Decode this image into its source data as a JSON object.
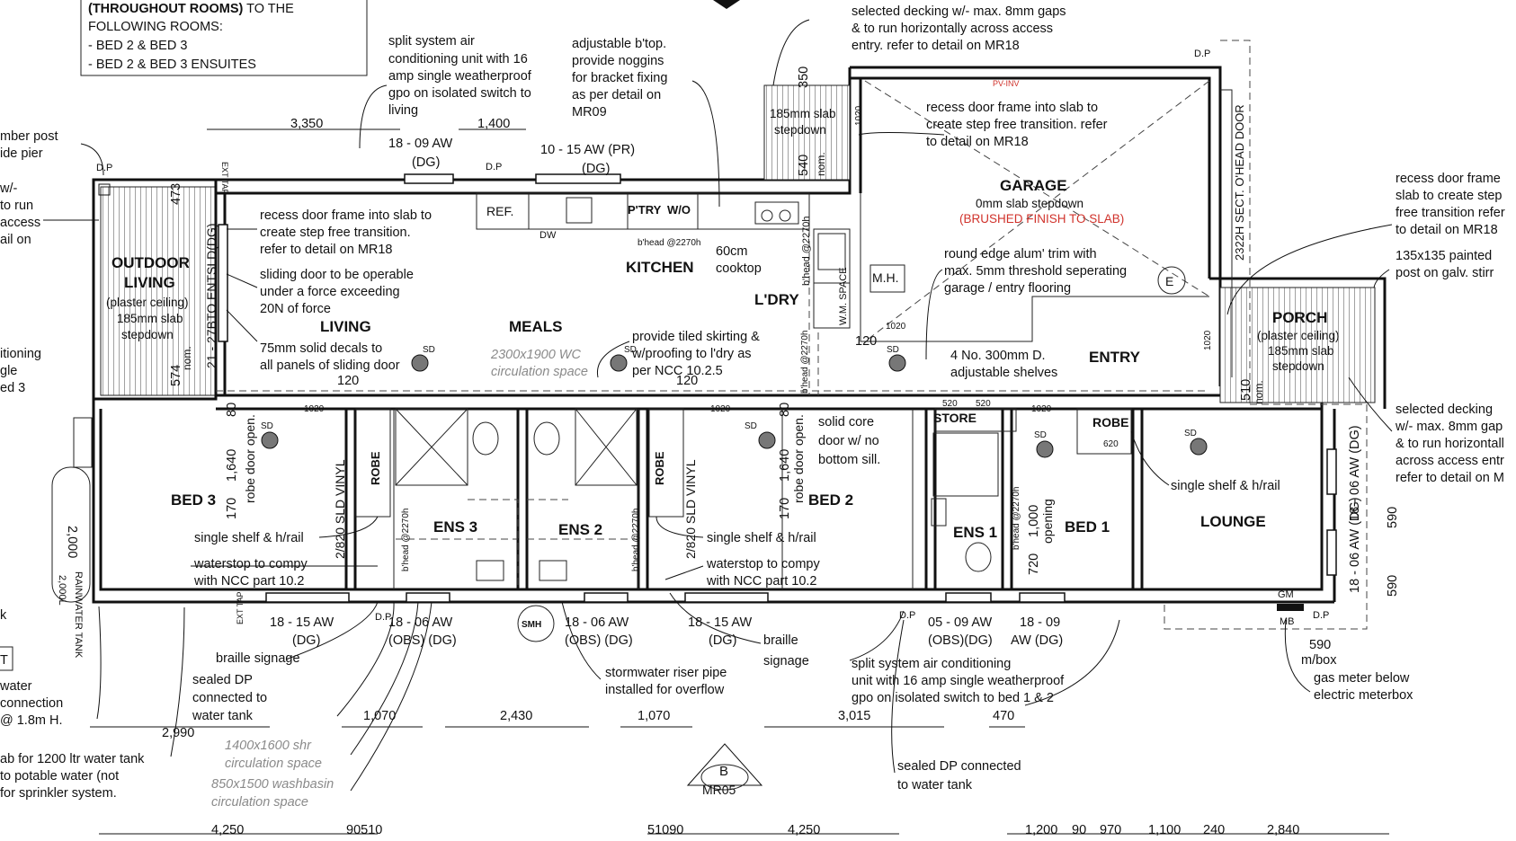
{
  "top_notes": {
    "legend_line1_bold": "(THROUGHOUT ROOMS)",
    "legend_line1_rest": " TO THE",
    "legend_line2": "FOLLOWING ROOMS:",
    "legend_line3": "- BED 2 & BED 3",
    "legend_line4": "- BED 2 & BED 3 ENSUITES",
    "aircon_top": [
      "split system air",
      "conditioning unit with 16",
      "amp single weatherproof",
      "gpo on isolated switch to",
      "living"
    ],
    "btop": [
      "adjustable b'top.",
      "provide noggins",
      "for bracket fixing",
      "as per detail on",
      "MR09"
    ],
    "decking_top": [
      "selected decking w/- max. 8mm gaps",
      "& to run horizontally across access",
      "entry. refer to detail on MR18"
    ]
  },
  "left_notes": {
    "timber": [
      "mber post",
      "ide pier"
    ],
    "decking": [
      "w/-",
      "to run",
      "access",
      "ail on"
    ],
    "aircon": [
      "itioning",
      "gle",
      "ed 3"
    ],
    "water": [
      "water",
      "connection",
      "@ 1.8m H."
    ],
    "slab": [
      "ab for 1200 ltr water tank",
      "to potable water (not",
      "for sprinkler system."
    ],
    "k": "k",
    "t": "T"
  },
  "right_notes": {
    "recess": [
      "recess door frame",
      "slab to create step",
      "free transition refer",
      "to detail on MR18"
    ],
    "post": [
      "135x135 painted",
      "post on galv. stirr"
    ],
    "decking": [
      "selected decking",
      "w/- max. 8mm gap",
      "& to run horizontall",
      "across access entr",
      "refer to detail on M"
    ]
  },
  "rooms": {
    "outdoor": "OUTDOOR",
    "living_word": "LIVING",
    "outdoor_sub": [
      "(plaster ceiling)",
      "185mm slab",
      "stepdown"
    ],
    "living": "LIVING",
    "meals": "MEALS",
    "kitchen": "KITCHEN",
    "ldry": "L'DRY",
    "garage": "GARAGE",
    "garage_sub": "0mm slab stepdown",
    "garage_red": "(BRUSHED FINISH TO SLAB)",
    "entry": "ENTRY",
    "porch": "PORCH",
    "porch_sub": [
      "(plaster ceiling)",
      "185mm slab",
      "stepdown"
    ],
    "bed3": "BED 3",
    "ens3": "ENS 3",
    "ens2": "ENS 2",
    "bed2": "BED 2",
    "store": "STORE",
    "ens1": "ENS 1",
    "bed1": "BED 1",
    "robe": "ROBE",
    "lounge": "LOUNGE"
  },
  "plan_notes": {
    "recess_living": [
      "recess door frame into slab to",
      "create step free transition.",
      "refer to detail on MR18"
    ],
    "sliding": [
      "sliding door to be operable",
      "under a force exceeding",
      "20N of force"
    ],
    "decals": [
      "75mm solid decals to",
      "all panels of sliding door"
    ],
    "wc_circ": [
      "2300x1900 WC",
      "circulation space"
    ],
    "tiled": [
      "provide tiled skirting &",
      "w/proofing to l'dry as",
      "per NCC 10.2.5"
    ],
    "cooktop": [
      "60cm",
      "cooktop"
    ],
    "recess_garage": [
      "recess door frame into slab to",
      "create step free transition. refer",
      "to detail on MR18"
    ],
    "round_edge": [
      "round edge alum' trim with",
      "max. 5mm threshold seperating",
      "garage / entry flooring"
    ],
    "slab_step": [
      "185mm slab",
      "stepdown"
    ],
    "shelves": [
      "4 No. 300mm D.",
      "adjustable shelves"
    ],
    "solid_core": [
      "solid core",
      "door w/ no",
      "bottom sill."
    ],
    "shelf_rail_left": "single shelf & h/rail",
    "shelf_rail_mid": "single shelf & h/rail",
    "shelf_rail_right": "single shelf & h/rail",
    "waterstop_left": [
      "waterstop to compy",
      "with NCC part 10.2"
    ],
    "waterstop_right": [
      "waterstop to compy",
      "with NCC part 10.2"
    ],
    "sld_vinyl": "2/820 SLD VINYL",
    "sld_entsld": "21 - 27BTO ENTSLD(DG)",
    "robe_door_open": "robe door open.",
    "opening": "opening",
    "oh_door": "2322H SECT. O'HEAD DOOR",
    "ref": "REF.",
    "ptry": "P'TRY",
    "wo": "W/O",
    "dw": "DW",
    "mh": "M.H.",
    "wm": "W.M. SPACE",
    "sd": "SD",
    "dp": "D.P",
    "bhead": "b'head @2270h",
    "pv": "PV-INV",
    "smh": "SMH",
    "ext_tap": "EXT TAP",
    "tank": [
      "2,000L",
      "RAINWATER TANK"
    ],
    "e_marker": "E",
    "b_marker": "B",
    "mr05": "MR05",
    "nom": "nom.",
    "gm": "GM",
    "mb": "MB"
  },
  "windows": {
    "top1": [
      "18 - 09 AW",
      "(DG)"
    ],
    "top2": [
      "10 - 15 AW (PR)",
      "(DG)"
    ],
    "bot1": [
      "18 - 15 AW",
      "(DG)"
    ],
    "bot2": [
      "18 - 06 AW",
      "(OBS) (DG)"
    ],
    "bot3": [
      "18 - 06 AW",
      "(OBS) (DG)"
    ],
    "bot4": [
      "18 - 15 AW",
      "(DG)"
    ],
    "bot5": [
      "05 - 09 AW",
      "(OBS)(DG)"
    ],
    "bot6": [
      "18 - 09",
      "AW (DG)"
    ],
    "right1": "18 - 06 AW (DG)",
    "right2": "18 - 06 AW (DG)"
  },
  "bottom_notes": {
    "braille_left": "braille signage",
    "sealed_left": [
      "sealed DP",
      "connected to",
      "water tank"
    ],
    "shr": [
      "1400x1600 shr",
      "circulation space"
    ],
    "washbasin": [
      "850x1500 washbasin",
      "circulation space"
    ],
    "stormwater": [
      "stormwater riser pipe",
      "installed for overflow"
    ],
    "braille_right": [
      "braille",
      "signage"
    ],
    "aircon_bottom": [
      "split system air conditioning",
      "unit with 16 amp single weatherproof",
      "gpo on isolated switch to bed 1 & 2"
    ],
    "sealed_right": [
      "sealed DP connected",
      "to water tank"
    ],
    "gas": [
      "gas meter below",
      "electric meterbox"
    ],
    "mbox": "m/box"
  },
  "dims": {
    "d3350": "3,350",
    "d1400": "1,400",
    "d120a": "120",
    "d120b": "120",
    "d120c": "120",
    "d350": "350",
    "d540": "540",
    "d473": "473",
    "d574": "574",
    "d510": "510",
    "d80a": "80",
    "d80b": "80",
    "d1640a": "1,640",
    "d1640b": "1,640",
    "d170a": "170",
    "d170b": "170",
    "d1020a": "1020",
    "d1020b": "1020",
    "d1020c": "1020",
    "d1020d": "1020",
    "d1020e": "1020",
    "d1020f": "1020",
    "d520a": "520",
    "d520b": "520",
    "d620": "620",
    "d1000": "1,000",
    "d720": "720",
    "d2000": "2,000",
    "d590a": "590",
    "d590b": "590",
    "d590c": "590",
    "d2990": "2,990",
    "d1070a": "1,070",
    "d2430": "2,430",
    "d1070b": "1,070",
    "d3015": "3,015",
    "d470": "470",
    "b4250a": "4,250",
    "b90510": "90510",
    "b51090": "51090",
    "b4250b": "4,250",
    "b1200": "1,200",
    "b90": "90",
    "b970": "970",
    "b1100": "1,100",
    "b240": "240",
    "b2840": "2,840"
  }
}
